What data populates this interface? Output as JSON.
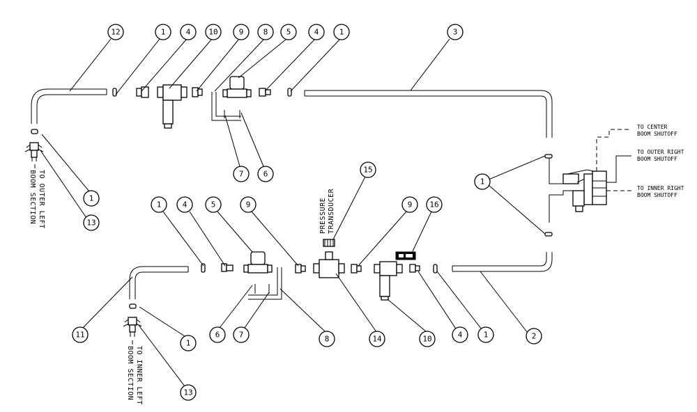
{
  "callouts": {
    "c12": "12",
    "c1a": "1",
    "c4a": "4",
    "c10a": "10",
    "c9a": "9",
    "c8a": "8",
    "c5a": "5",
    "c4b": "4",
    "c1b": "1",
    "c3": "3",
    "c7a": "7",
    "c6a": "6",
    "c1c": "1",
    "c13a": "13",
    "c1d": "1",
    "c4c": "4",
    "c5b": "5",
    "c9b": "9",
    "c15": "15",
    "c9c": "9",
    "c16": "16",
    "c1e": "1",
    "c11": "11",
    "c6b": "6",
    "c7b": "7",
    "c8b": "8",
    "c14": "14",
    "c10b": "10",
    "c4d": "4",
    "c1f": "1",
    "c2": "2",
    "c1g": "1",
    "c13b": "13"
  },
  "labels": {
    "center_line1": "TO CENTER",
    "center_line2": "BOOM SHUTOFF",
    "outer_right_line1": "TO OUTER RIGHT",
    "outer_right_line2": "BOOM SHUTOFF",
    "inner_right_line1": "TO INNER RIGHT",
    "inner_right_line2": "BOOM SHUTOFF",
    "outer_left_line1": "TO OUTER LEFT",
    "outer_left_line2": "BOOM SECTION",
    "inner_left_line1": "TO INNER LEFT",
    "inner_left_line2": "BOOM SECTION",
    "pressure_line1": "PRESSURE",
    "pressure_line2": "TRANSDUCER"
  }
}
